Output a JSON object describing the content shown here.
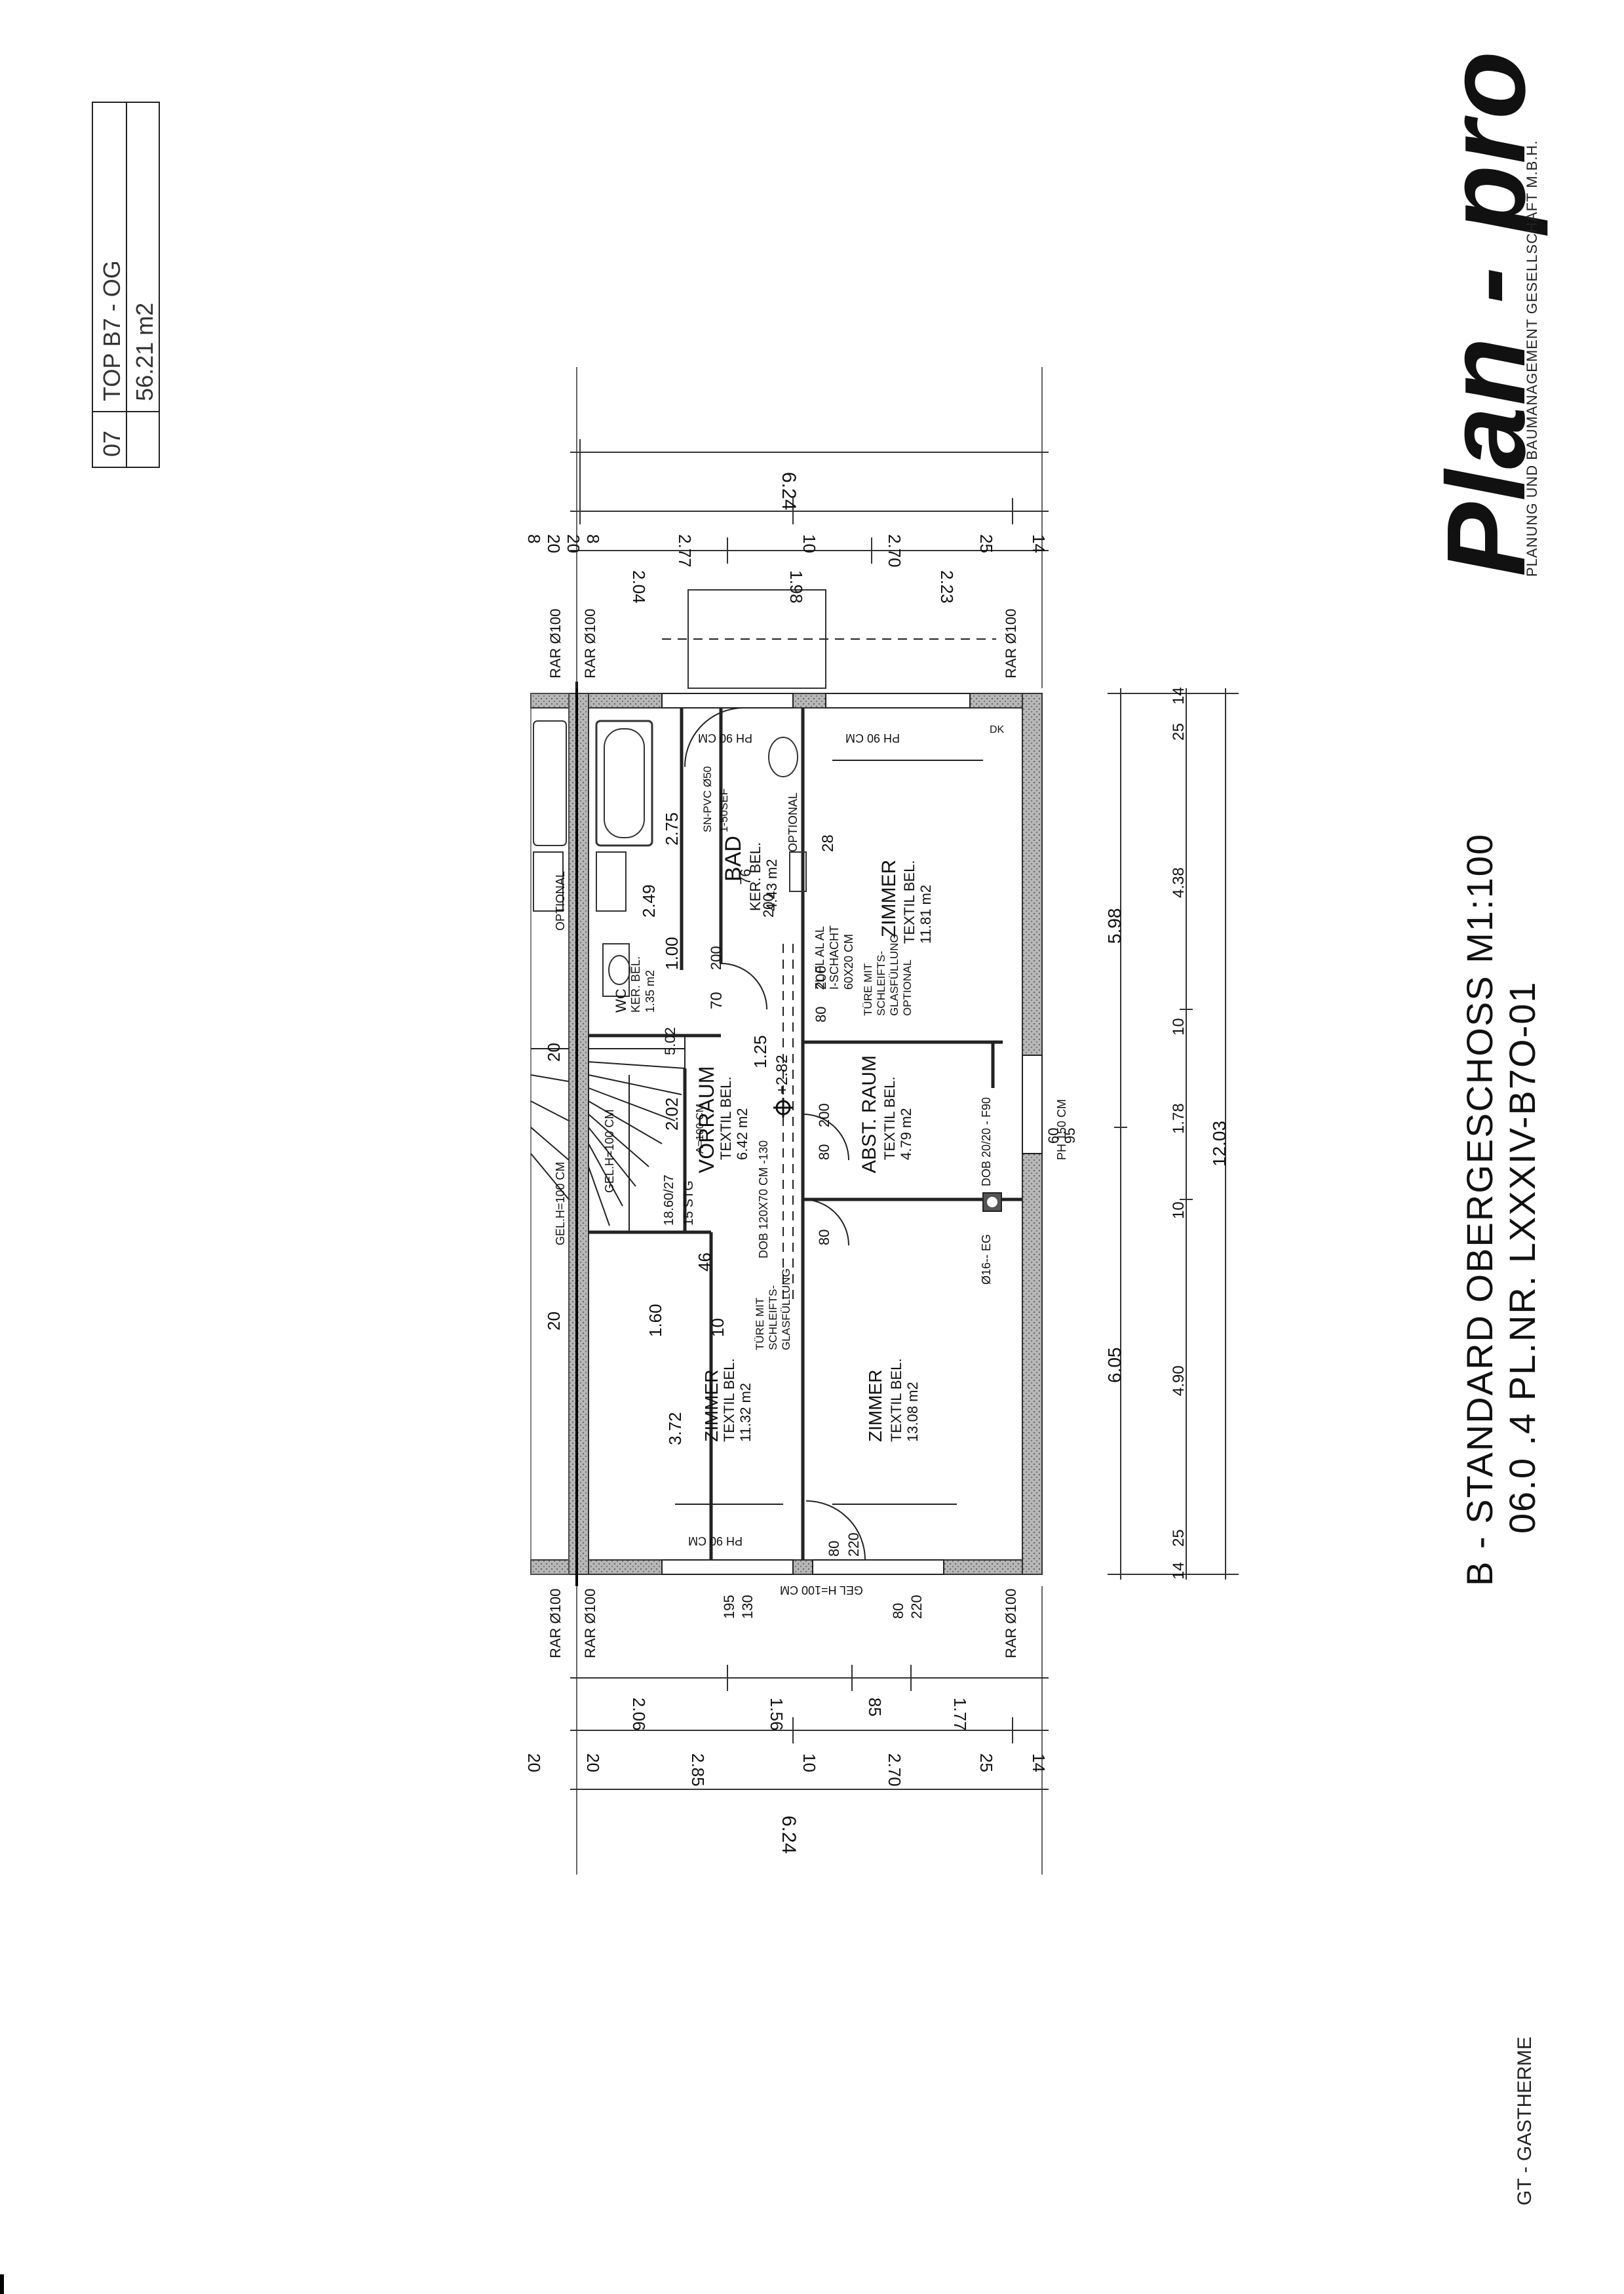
{
  "top_box": {
    "number": "07",
    "name": "TOP B7 - OG",
    "area": "56.21 m2"
  },
  "logo": {
    "name": "Plan - pro",
    "tagline": "PLANUNG UND BAUMANAGEMENT GESELLSCHAFT M.B.H."
  },
  "title": {
    "line1": "B - STANDARD   OBERGESCHOSS   M1:100",
    "line2": "06.0  .4    PL.NR. LXXXIV-B7O-01"
  },
  "legend": "GT - GASTHERME",
  "plan": {
    "rooms": [
      {
        "name": "BAD",
        "floor": "KER. BEL.",
        "area": "4.43 m2"
      },
      {
        "name": "ZIMMER",
        "floor": "TEXTIL BEL.",
        "area": "11.81 m2"
      },
      {
        "name": "VORRAUM",
        "floor": "TEXTIL BEL.",
        "area": "6.42 m2"
      },
      {
        "name": "ABST. RAUM",
        "floor": "TEXTIL BEL.",
        "area": "4.79 m2"
      },
      {
        "name": "ZIMMER",
        "floor": "TEXTIL BEL.",
        "area": "11.32 m2"
      },
      {
        "name": "ZIMMER",
        "floor": "TEXTIL BEL.",
        "area": "13.08 m2"
      },
      {
        "name": "WC",
        "floor": "KER. BEL.",
        "area": "1.35 m2"
      }
    ],
    "annotations": {
      "rar_labels": [
        "RAR Ø100",
        "RAR Ø100",
        "RAR Ø100",
        "RAR Ø100",
        "RAR Ø100",
        "RAR Ø100"
      ],
      "window_top_left": "PH 90 CM",
      "window_top_right": "PH 90 CM",
      "window_bottom_left": "PH 90 CM",
      "window_right": "PH 150 CM",
      "gel_bottom": "GEL H=100 CM",
      "schacht": "ZL FL AL AL\nI-SCHACHT\n60X20 CM",
      "tuer_schlitz": "TÜRE MIT\nSCHLEIFTS-\nGLASFÜLLUNG\nOPTIONAL",
      "tuer_zimmer": "TÜRE MIT\nSCHLEIFTS-\nGLASFÜLLUNG",
      "dob1": "DOB 120X70 CM -130",
      "dob2": "DOB 20/20 - F90",
      "gt": "Ø16-- EG",
      "level": "+2.82",
      "optional1": "OPTIONAL",
      "optional2": "OPTIONAL",
      "sn_pvc": "SN-PVC Ø50",
      "rohr": "1-50SEF",
      "gel_stair1": "GEL.H=100 CM",
      "gel_stair2": "GEL.H=100 CM",
      "stufen": "15 STG",
      "stair_dim": "18.60/27",
      "vr_lab": "A=100 CM",
      "dk": "DK"
    },
    "dims_top_outer": [
      "6.24"
    ],
    "dims_top_row1": [
      "8",
      "20",
      "20",
      "8",
      "2.77",
      "10",
      "2.70",
      "25",
      "14"
    ],
    "dims_top_row2": [
      "2.04",
      "1.98",
      "2.23"
    ],
    "dims_bottom_outer": [
      "6.24"
    ],
    "dims_bottom_row1": [
      "20",
      "20",
      "2.85",
      "10",
      "2.70",
      "25",
      "14"
    ],
    "dims_bottom_row2": [
      "2.06",
      "1.56",
      "85",
      "1.77"
    ],
    "dims_bottom_row3": [
      "195",
      "130",
      "80",
      "220"
    ],
    "dims_right_total": "12.03",
    "dims_right_row1": [
      "5.98",
      "6.05"
    ],
    "dims_right_row2": [
      "14",
      "25",
      "4.38",
      "10",
      "1.78",
      "10",
      "4.90",
      "25",
      "14"
    ],
    "dims_inner": [
      "2.75",
      "2.49",
      "1.00",
      "70",
      "200",
      "76",
      "200",
      "28",
      "80",
      "200",
      "80",
      "200",
      "80",
      "1.25",
      "2.02",
      "46",
      "1.60",
      "10",
      "3.72",
      "5.02",
      "80",
      "220",
      "60",
      "95",
      "20",
      "20"
    ]
  }
}
